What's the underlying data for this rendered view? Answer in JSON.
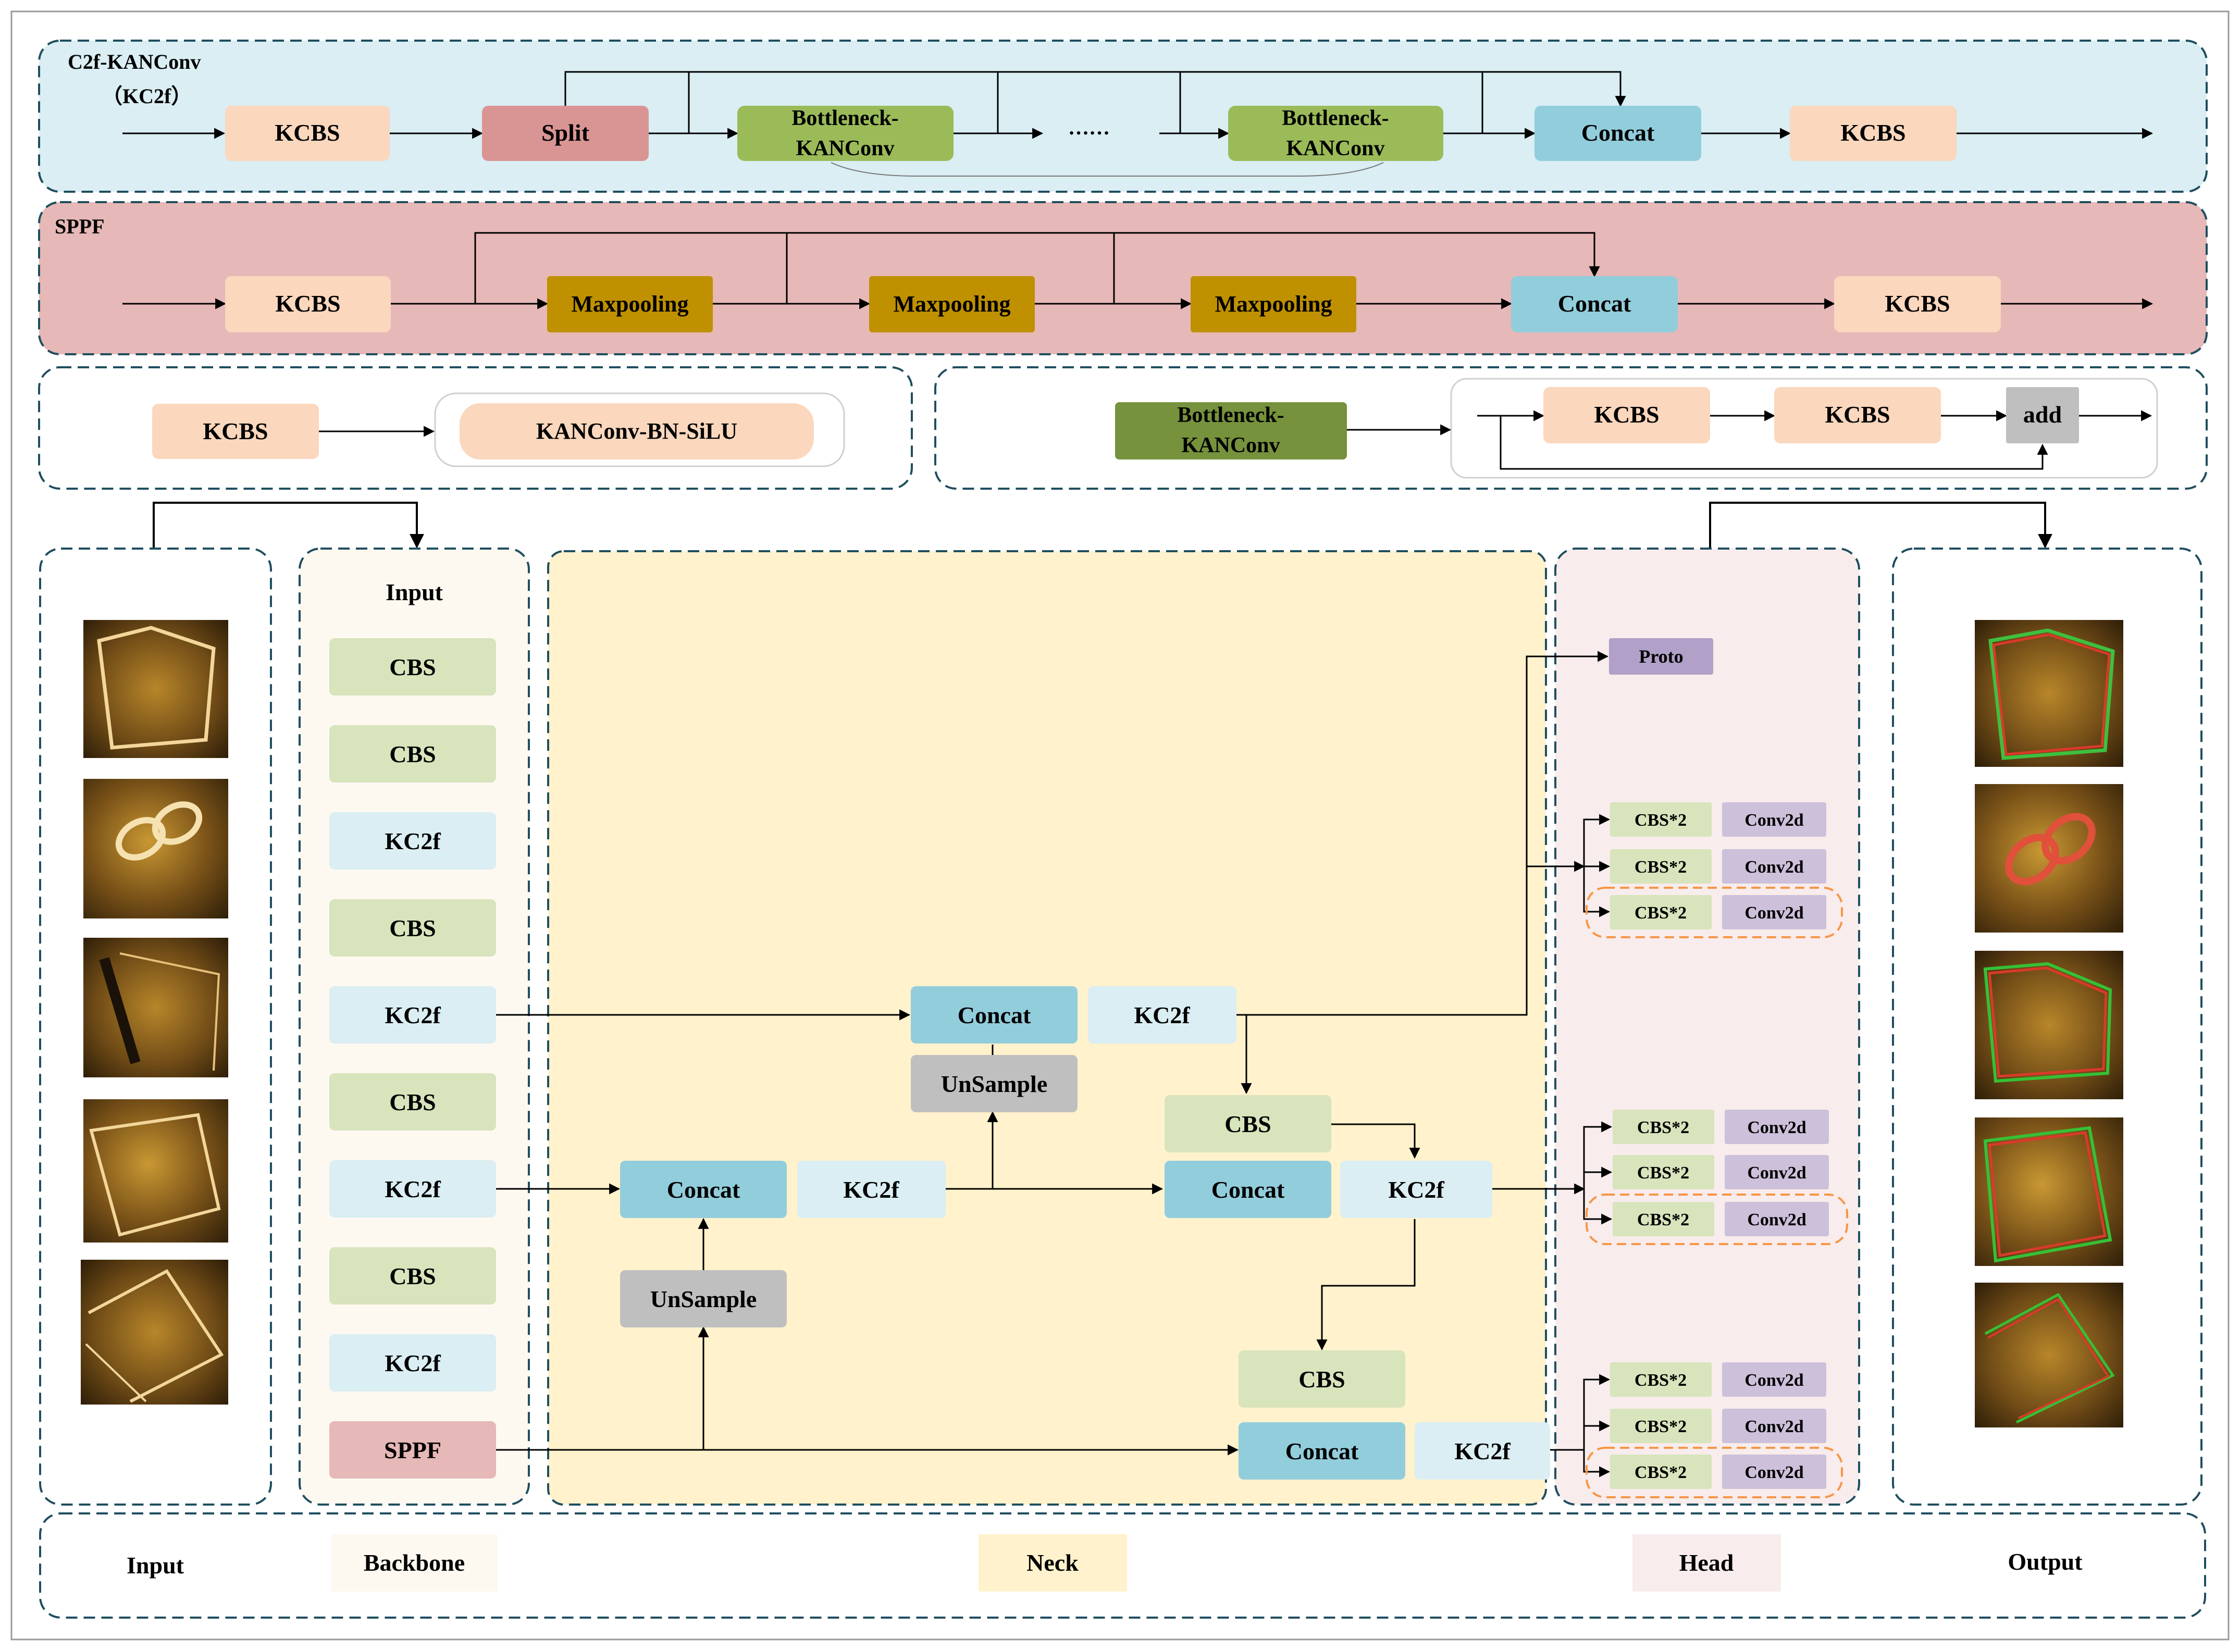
{
  "c2f": {
    "title": "C2f-KANConv",
    "subtitle": "（KC2f）",
    "kcbs_in": "KCBS",
    "split": "Split",
    "bottleneck_a": [
      "Bottleneck-",
      "KANConv"
    ],
    "dots": "……",
    "bottleneck_b": [
      "Bottleneck-",
      "KANConv"
    ],
    "concat": "Concat",
    "kcbs_out": "KCBS"
  },
  "sppf_panel": {
    "title": "SPPF",
    "kcbs_in": "KCBS",
    "pool1": "Maxpooling",
    "pool2": "Maxpooling",
    "pool3": "Maxpooling",
    "concat": "Concat",
    "kcbs_out": "KCBS"
  },
  "kcbs_def": {
    "name": "KCBS",
    "expansion": "KANConv-BN-SiLU"
  },
  "bottleneck_def": {
    "name": [
      "Bottleneck-",
      "KANConv"
    ],
    "kcbs1": "KCBS",
    "kcbs2": "KCBS",
    "add": "add"
  },
  "backbone": {
    "input_label": "Input",
    "layers": [
      "CBS",
      "CBS",
      "KC2f",
      "CBS",
      "KC2f",
      "CBS",
      "KC2f",
      "CBS",
      "KC2f",
      "SPPF"
    ]
  },
  "neck": {
    "concat1": "Concat",
    "kc2f1": "KC2f",
    "upsample1": "UnSample",
    "concat2": "Concat",
    "kc2f2": "KC2f",
    "upsample2": "UnSample",
    "cbs1": "CBS",
    "concat3": "Concat",
    "kc2f3": "KC2f",
    "cbs2": "CBS",
    "concat4": "Concat",
    "kc2f4": "KC2f"
  },
  "head": {
    "proto": "Proto",
    "groups": [
      [
        [
          "CBS*2",
          "Conv2d"
        ],
        [
          "CBS*2",
          "Conv2d"
        ],
        [
          "CBS*2",
          "Conv2d"
        ]
      ],
      [
        [
          "CBS*2",
          "Conv2d"
        ],
        [
          "CBS*2",
          "Conv2d"
        ],
        [
          "CBS*2",
          "Conv2d"
        ]
      ],
      [
        [
          "CBS*2",
          "Conv2d"
        ],
        [
          "CBS*2",
          "Conv2d"
        ],
        [
          "CBS*2",
          "Conv2d"
        ]
      ]
    ]
  },
  "legend": {
    "input": "Input",
    "backbone": "Backbone",
    "neck": "Neck",
    "head": "Head",
    "output": "Output"
  },
  "colors": {
    "kcbs": "#fad7bd",
    "split": "#d99594",
    "bottleneck": "#9bbb59",
    "bottleneck_dark": "#76923c",
    "concat": "#92cddc",
    "maxpool": "#bf9000",
    "add": "#bfbfbf",
    "cbs": "#d8e4bc",
    "kc2f": "#daeef3",
    "sppf_box": "#e6b8b7",
    "upsample": "#bfbfbf",
    "proto": "#b1a0c7",
    "conv2d": "#ccc0da",
    "c2f_panel_bg": "#daeef3",
    "sppf_panel_bg": "#e6b8b7",
    "backbone_bg": "#fdf9f1",
    "neck_bg": "#fff2cc",
    "head_bg": "#f8ecec",
    "border": "#1f4e5f",
    "head_dash": "#f79646"
  },
  "icons": [
    "input-sonar-image",
    "output-segmentation-image"
  ]
}
